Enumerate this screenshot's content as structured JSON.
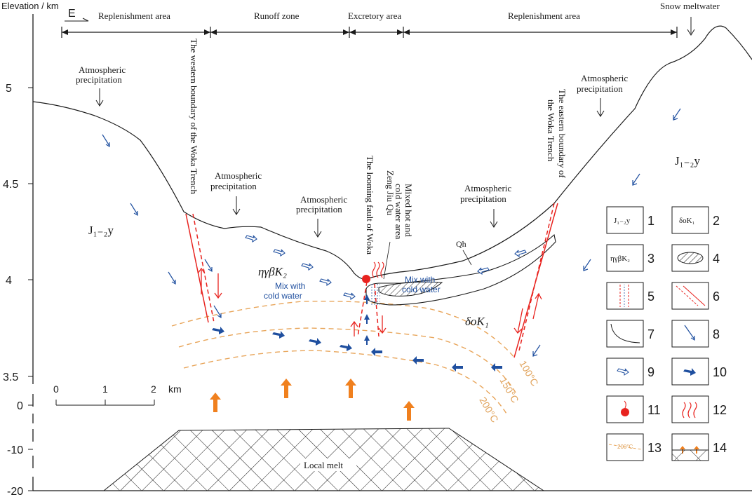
{
  "axis": {
    "title": "Elevation / km",
    "ticks_upper": [
      "5",
      "4.5",
      "4",
      "3.5"
    ],
    "ticks_lower": [
      "0",
      "-10",
      "-20"
    ]
  },
  "orientation": "E",
  "zones": [
    "Replenishment area",
    "Runoff zone",
    "Excretory area",
    "Replenishment area"
  ],
  "snow": "Snow meltwater",
  "precip": "Atmospheric precipitation",
  "precip_lines": [
    "Atmospheric",
    "precipitation"
  ],
  "west_boundary_lines": [
    "The western boundary of the Woka Trench"
  ],
  "east_boundary_lines": [
    "The eastern boundary of",
    "the Woka Trench"
  ],
  "looming_fault": "The looming fault of Woka",
  "zeng_jiu_qu": "Zeng Jiu Qu",
  "mixed_area_lines": [
    "Mixed hot and",
    "cold water area"
  ],
  "mix_left_lines": [
    "Mix with",
    "cold water"
  ],
  "mix_right_lines": [
    "Mix with",
    "cold water"
  ],
  "rock_j": "J₁₋₂y",
  "rock_eta": "ηγβK₂",
  "rock_delta": "δoK₁",
  "qh": "Qh",
  "isotherms": [
    "100°C",
    "150°C",
    "200°C"
  ],
  "scale": {
    "ticks": [
      "0",
      "1",
      "2"
    ],
    "unit": "km"
  },
  "local_melt": "Local melt",
  "legend": [
    {
      "num": "1",
      "label": "J₁₋₂y"
    },
    {
      "num": "2",
      "label": "δoK₁"
    },
    {
      "num": "3",
      "label": "ηγβK₂"
    },
    {
      "num": "4",
      "label": ""
    },
    {
      "num": "5",
      "label": ""
    },
    {
      "num": "6",
      "label": ""
    },
    {
      "num": "7",
      "label": ""
    },
    {
      "num": "8",
      "label": ""
    },
    {
      "num": "9",
      "label": ""
    },
    {
      "num": "10",
      "label": ""
    },
    {
      "num": "11",
      "label": ""
    },
    {
      "num": "12",
      "label": ""
    },
    {
      "num": "13",
      "label": "200°C"
    },
    {
      "num": "14",
      "label": ""
    }
  ],
  "colors": {
    "fault_red": "#e8231f",
    "water_blue": "#1f4f9f",
    "isotherm_orange": "#e8a55a",
    "heat_orange": "#f0801e"
  }
}
